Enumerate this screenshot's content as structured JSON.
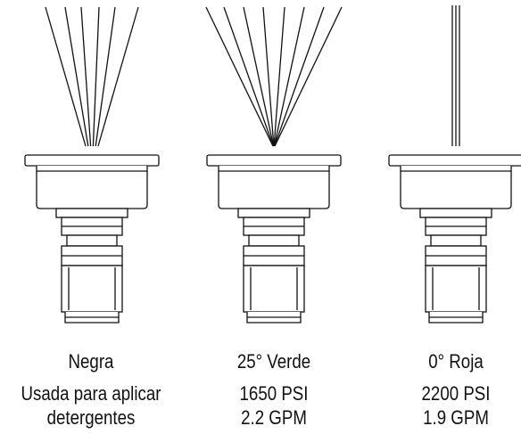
{
  "nozzles": [
    {
      "name": "Negra",
      "spray": "wide-fan",
      "spec_lines": [
        "Usada para aplicar",
        "detergentes"
      ]
    },
    {
      "name": "25° Verde",
      "spray": "fan",
      "spec_lines": [
        "1650 PSI",
        "2.2 GPM"
      ]
    },
    {
      "name": "0° Roja",
      "spray": "straight-jet",
      "spec_lines": [
        "2200 PSI",
        "1.9 GPM"
      ]
    }
  ]
}
